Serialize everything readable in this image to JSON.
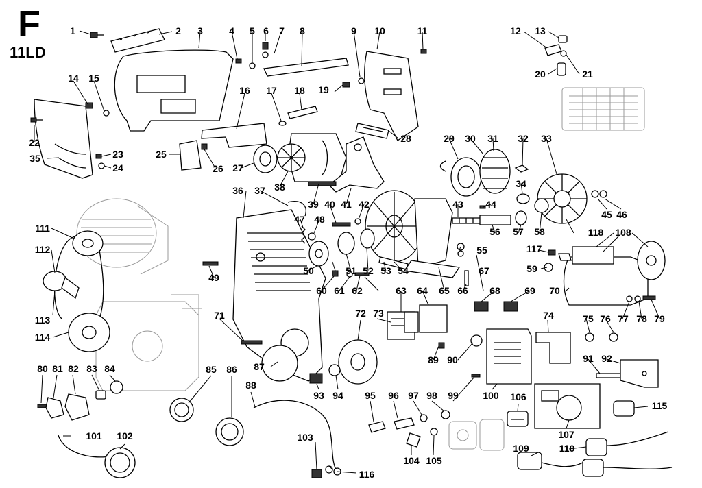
{
  "header": {
    "section": "F",
    "engine_code": "11LD"
  },
  "labels": {
    "l1": "1",
    "l2": "2",
    "l3": "3",
    "l4": "4",
    "l5": "5",
    "l6": "6",
    "l7": "7",
    "l8": "8",
    "l9": "9",
    "l10": "10",
    "l11": "11",
    "l12": "12",
    "l13": "13",
    "l14": "14",
    "l15": "15",
    "l16": "16",
    "l17": "17",
    "l18": "18",
    "l19": "19",
    "l20": "20",
    "l21": "21",
    "l22": "22",
    "l23": "23",
    "l24": "24",
    "l25": "25",
    "l26": "26",
    "l27": "27",
    "l28": "28",
    "l29": "29",
    "l30": "30",
    "l31": "31",
    "l32": "32",
    "l33": "33",
    "l34": "34",
    "l35": "35",
    "l36": "36",
    "l37": "37",
    "l38": "38",
    "l39": "39",
    "l40": "40",
    "l41": "41",
    "l42": "42",
    "l43": "43",
    "l44": "44",
    "l45": "45",
    "l46": "46",
    "l47": "47",
    "l48": "48",
    "l49": "49",
    "l50": "50",
    "l51": "51",
    "l52": "52",
    "l53": "53",
    "l54": "54",
    "l55": "55",
    "l56": "56",
    "l57": "57",
    "l58": "58",
    "l59": "59",
    "l60": "60",
    "l61": "61",
    "l62": "62",
    "l63": "63",
    "l64": "64",
    "l65": "65",
    "l66": "66",
    "l67": "67",
    "l68": "68",
    "l69": "69",
    "l70": "70",
    "l71": "71",
    "l72": "72",
    "l73": "73",
    "l74": "74",
    "l75": "75",
    "l76": "76",
    "l77": "77",
    "l78": "78",
    "l79": "79",
    "l80": "80",
    "l81": "81",
    "l82": "82",
    "l83": "83",
    "l84": "84",
    "l85": "85",
    "l86": "86",
    "l87": "87",
    "l88": "88",
    "l89": "89",
    "l90": "90",
    "l91": "91",
    "l92": "92",
    "l93": "93",
    "l94": "94",
    "l95": "95",
    "l96": "96",
    "l97": "97",
    "l98": "98",
    "l99": "99",
    "l100": "100",
    "l101": "101",
    "l102": "102",
    "l103": "103",
    "l104": "104",
    "l105": "105",
    "l106": "106",
    "l107": "107",
    "l108": "108",
    "l109": "109",
    "l110": "110",
    "l111": "111",
    "l112": "112",
    "l113": "113",
    "l114": "114",
    "l115": "115",
    "l116": "116",
    "l117": "117",
    "l118": "118"
  },
  "colors": {
    "ink": "#000000",
    "ghost": "#9a9a9a",
    "background": "#ffffff"
  }
}
